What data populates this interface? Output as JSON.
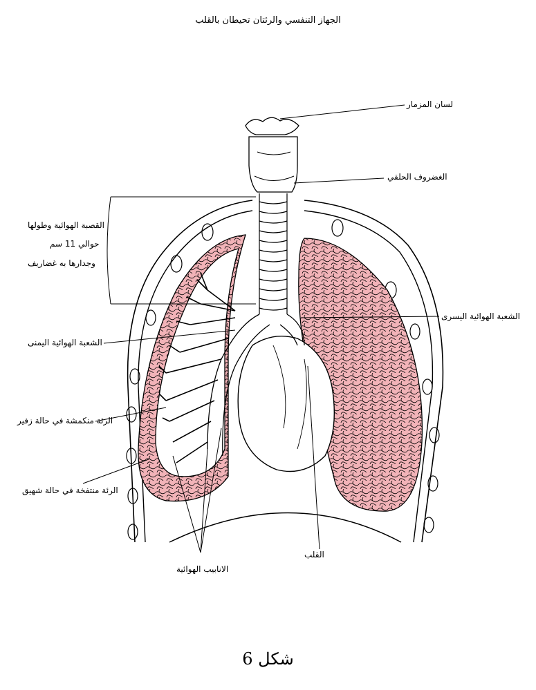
{
  "page_title": "الجهاز التنفسي والرئتان تحيطان بالقلب",
  "labels": {
    "epiglottis": "لسان المزمار",
    "cricoid": "الغضروف الحلقي",
    "trachea_line1": "القصبة الهوائية وطولها",
    "trachea_line2": "حوالي 11 سم",
    "trachea_line3": "وجدارها به غضاريف",
    "left_bronchus": "الشعبة الهوائية اليسرى",
    "right_bronchus": "الشعبة الهوائية اليمنى",
    "lung_deflated": "الرئة منكمشة في حالة زفير",
    "lung_inflated": "الرئة منتفخة في حالة شهيق",
    "heart": "القلب",
    "bronchioles": "الانابيب الهوائية"
  },
  "figure_caption": "شكل 6",
  "colors": {
    "lung_fill": "#f2b3b8",
    "line": "#000000"
  }
}
